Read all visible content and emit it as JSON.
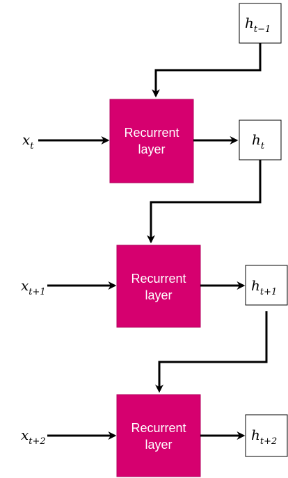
{
  "diagram": {
    "layer_label_line1": "Recurrent",
    "layer_label_line2": "layer",
    "inputs": [
      {
        "base": "x",
        "sub": "t"
      },
      {
        "base": "x",
        "sub": "t+1"
      },
      {
        "base": "x",
        "sub": "t+2"
      }
    ],
    "hidden_prev": {
      "base": "h",
      "sub": "t−1"
    },
    "outputs": [
      {
        "base": "h",
        "sub": "t"
      },
      {
        "base": "h",
        "sub": "t+1"
      },
      {
        "base": "h",
        "sub": "t+2"
      }
    ]
  }
}
